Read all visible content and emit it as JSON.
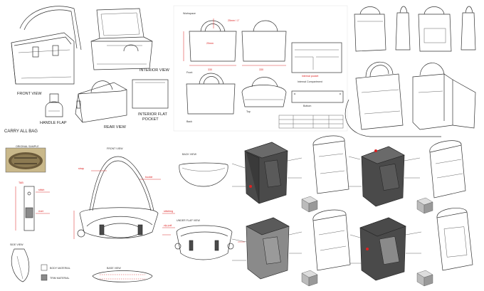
{
  "panel_a": {
    "labels": {
      "front_view": "FRONT VIEW",
      "interior_view": "INTERIOR VIEW",
      "rear_view": "REAR VIEW",
      "handle_flap": "HANDLE FLAP",
      "interior_flat_pocket": "INTERIOR FLAT\nPOCKET",
      "carry_all_bag": "CARRY ALL BAG"
    }
  },
  "panel_b": {
    "labels": {
      "workspace": "Workspace",
      "front": "Front",
      "top": "Top",
      "back": "Back",
      "internal_compartment": "Internal Compartment",
      "bottom": "Bottom"
    }
  },
  "panel_d": {
    "labels": {
      "original_sample": "ORIGINAL SAMPLE",
      "tab": "TAB",
      "front_view": "FRONT VIEW",
      "back_view": "BACK VIEW",
      "under_flap_view": "UNDER FLAP VIEW",
      "side_view": "SIDE VIEW",
      "base_view": "BASE VIEW",
      "body_material": "BODY MATERIAL",
      "trim_material": "TRIM MATERIAL"
    }
  },
  "colors": {
    "sketch_line": "#333333",
    "dimension_red": "#dd3333",
    "body_material_swatch": "#ffffff",
    "trim_material_swatch": "#8a8a8a",
    "render_dark_gray": "#4a4a4a"
  }
}
